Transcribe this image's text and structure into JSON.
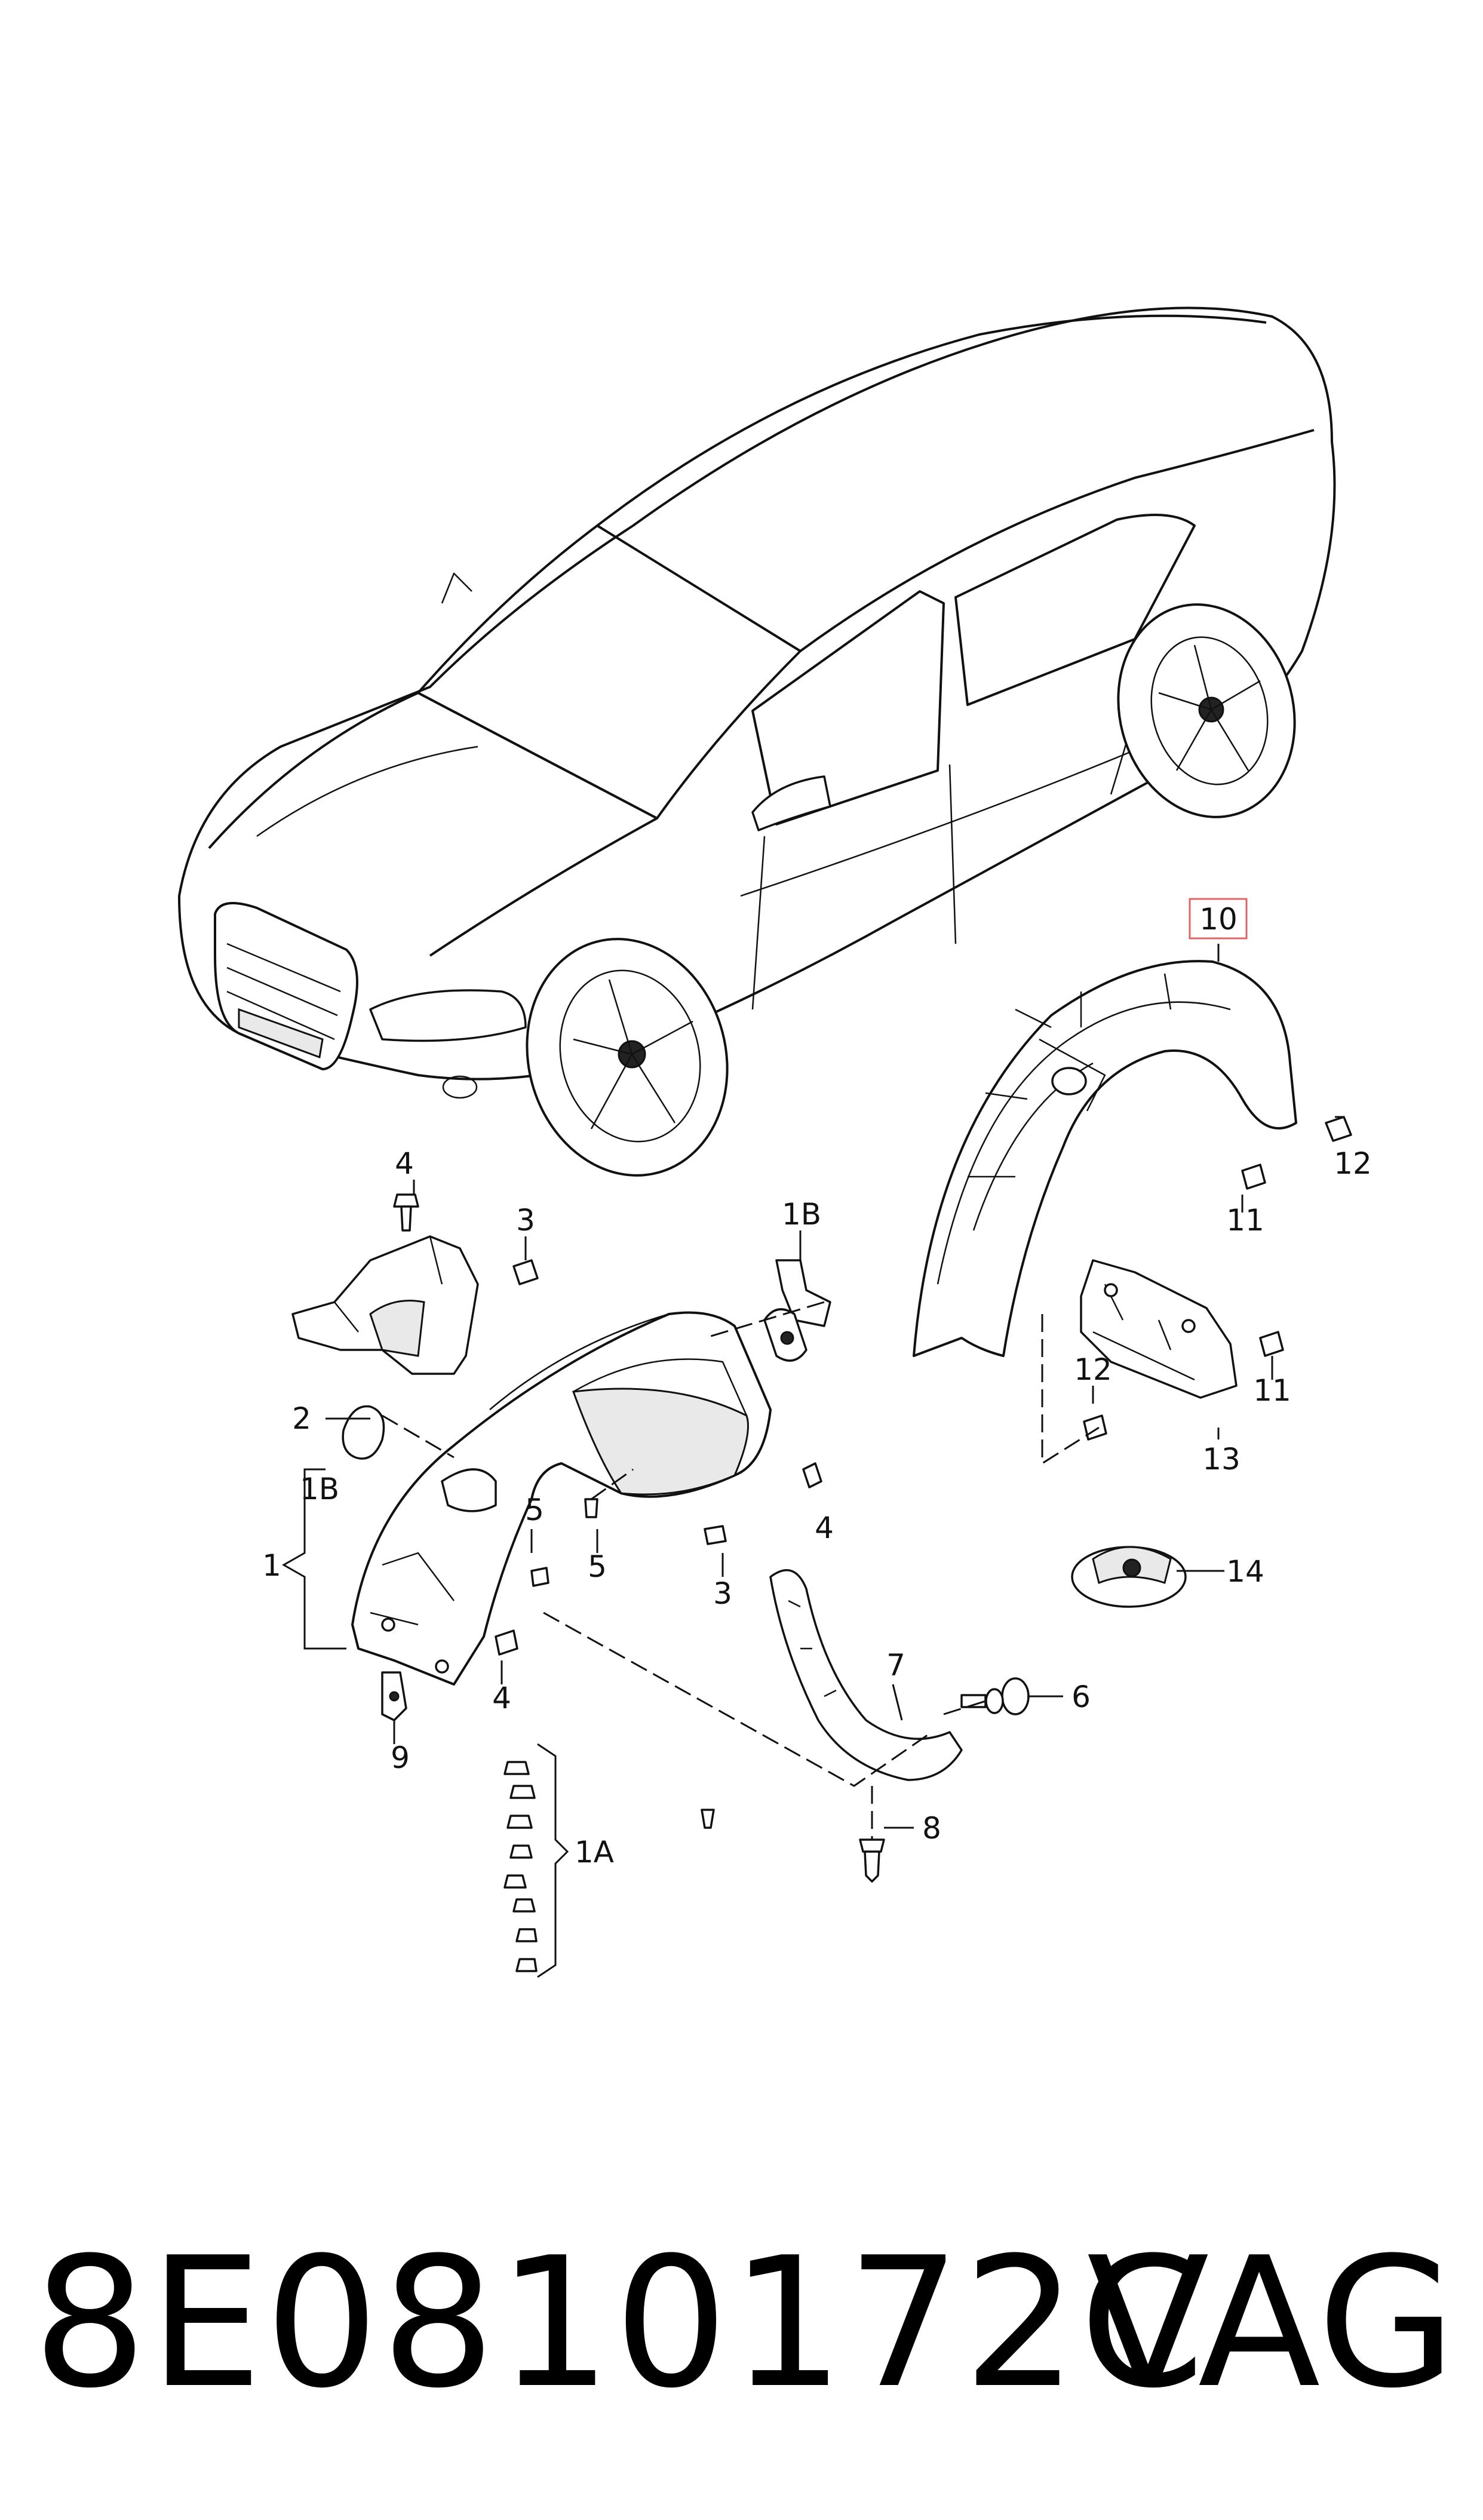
{
  "diagram": {
    "callouts": {
      "c1": "1",
      "c1A": "1A",
      "c1B_left": "1B",
      "c1B_top": "1B",
      "c2": "2",
      "c3_top": "3",
      "c3_bottom": "3",
      "c4_top": "4",
      "c4_mid": "4",
      "c4_bottom": "4",
      "c5_upper": "5",
      "c5_lower": "5",
      "c6": "6",
      "c7": "7",
      "c8": "8",
      "c9": "9",
      "c10": "10",
      "c11_upper": "11",
      "c11_lower": "11",
      "c12_upper": "12",
      "c12_lower": "12",
      "c13": "13",
      "c14": "14"
    },
    "highlight_color": "#e06666"
  },
  "footer": {
    "part_number": "8E0810172C",
    "brand": "VAG"
  }
}
